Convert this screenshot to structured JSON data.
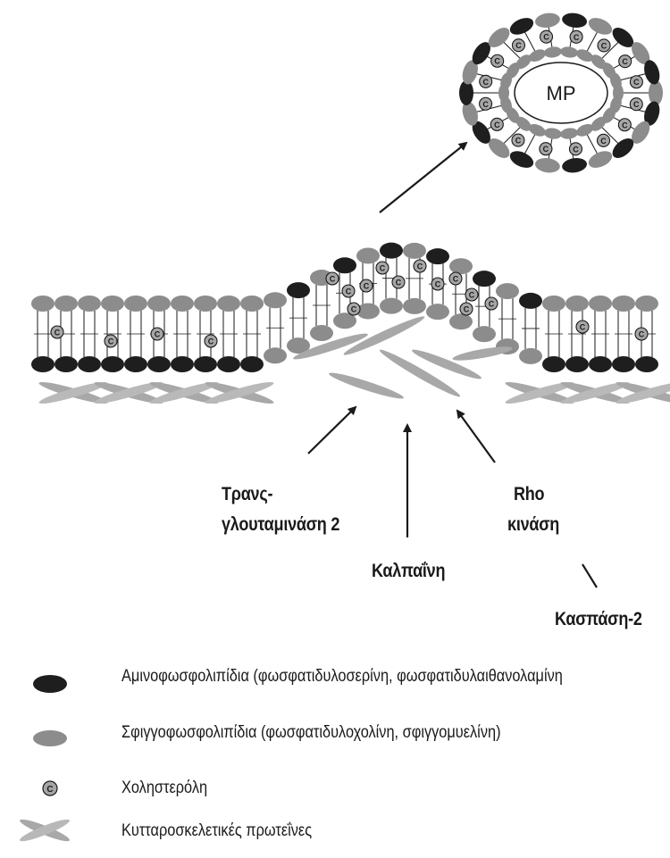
{
  "vesicle": {
    "label": "MP"
  },
  "molecule_symbol": "C",
  "enzymes": {
    "transglutaminase_line1": "Τρανς-",
    "transglutaminase_line2": "γλουταμινάση 2",
    "rho_line1": "Rho",
    "rho_line2": "κινάση",
    "calpain": "Καλπαΐνη",
    "caspase": "Κασπάση-2"
  },
  "legend": {
    "aminophospholipids": "Αμινοφωσφολιπίδια (φωσφατιδυλοσερίνη, φωσφατιδυλαιθανολαμίνη",
    "sphingophospholipids": "Σφιγγοφωσφολιπίδια (φωσφατιδυλοχολίνη, σφιγγομυελίνη)",
    "cholesterol": "Χοληστερόλη",
    "cytoskeletal": "Κυτταροσκελετικές πρωτεΐνες"
  },
  "colors": {
    "dark_head": "#1e1e1e",
    "light_head": "#8c8c8c",
    "cytoskeleton": "#a8a8a8",
    "line": "#1a1a1a"
  }
}
